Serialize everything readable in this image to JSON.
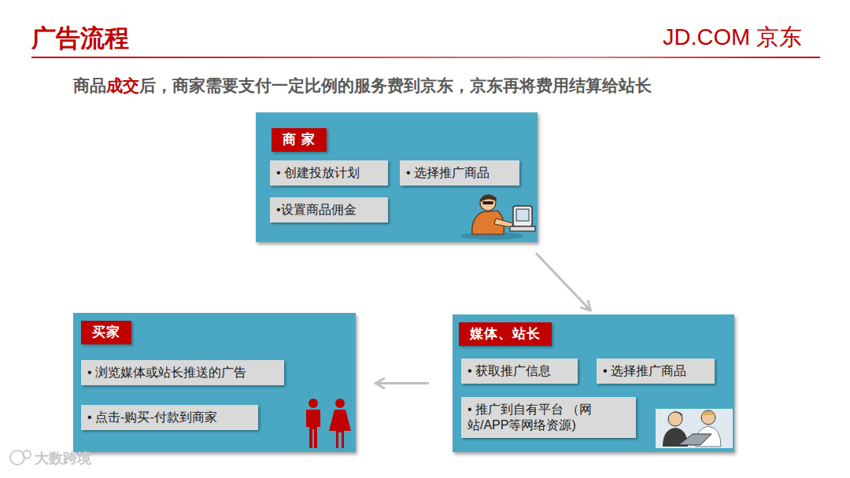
{
  "diagram": {
    "title": "广告流程",
    "nodes": [
      {
        "text": [
          "商 家"
        ]
      },
      {
        "text": [
          "• 创建投放计划"
        ],
        "in": 0
      },
      {
        "text": [
          "• 选择推广商品"
        ],
        "in": 0
      },
      {
        "text": [
          "•设置商品佣金"
        ],
        "in": 0
      },
      {
        "text": [
          "媒体、站长"
        ]
      },
      {
        "text": [
          "• 获取推广信息"
        ],
        "in": 4
      },
      {
        "text": [
          "• 选择推广商品"
        ],
        "in": 4
      },
      {
        "text": [
          "• 推广到自有平台 （网站/APP等网络资源)"
        ],
        "in": 4
      },
      {
        "text": [
          "买家"
        ]
      },
      {
        "text": [
          "• 浏览媒体或站长推送的广告"
        ],
        "in": 8
      },
      {
        "text": [
          "• 点击-购买-付款到商家"
        ],
        "in": 8
      }
    ],
    "edges": [
      {
        "from": 0,
        "to": 4,
        "arrow": "to"
      },
      {
        "from": 4,
        "to": 8,
        "arrow": "to"
      }
    ],
    "labels": [
      "JD.COM 京东",
      "商品",
      "成交",
      "后，商家需要支付一定比例的服务费到京东，京东再将费用结算给站长",
      "大数跨境"
    ]
  }
}
